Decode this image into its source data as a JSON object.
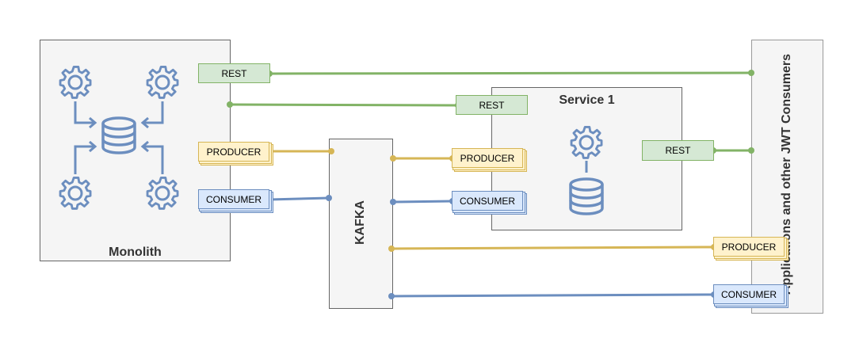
{
  "monolith": {
    "label": "Monolith",
    "rest_label": "REST",
    "producer_label": "PRODUCER",
    "consumer_label": "CONSUMER"
  },
  "kafka": {
    "label": "KAFKA"
  },
  "service1": {
    "label": "Service 1",
    "rest_in_label": "REST",
    "rest_out_label": "REST",
    "producer_label": "PRODUCER",
    "consumer_label": "CONSUMER"
  },
  "apps": {
    "label": "Applications and other JWT Consumers",
    "producer_label": "PRODUCER",
    "consumer_label": "CONSUMER"
  },
  "colors": {
    "rest": "#82b366",
    "producer": "#d6b656",
    "consumer": "#6c8ebf",
    "icon": "#6c8ebf"
  },
  "icons": [
    "gear-icon",
    "database-icon",
    "arrow-icon"
  ]
}
